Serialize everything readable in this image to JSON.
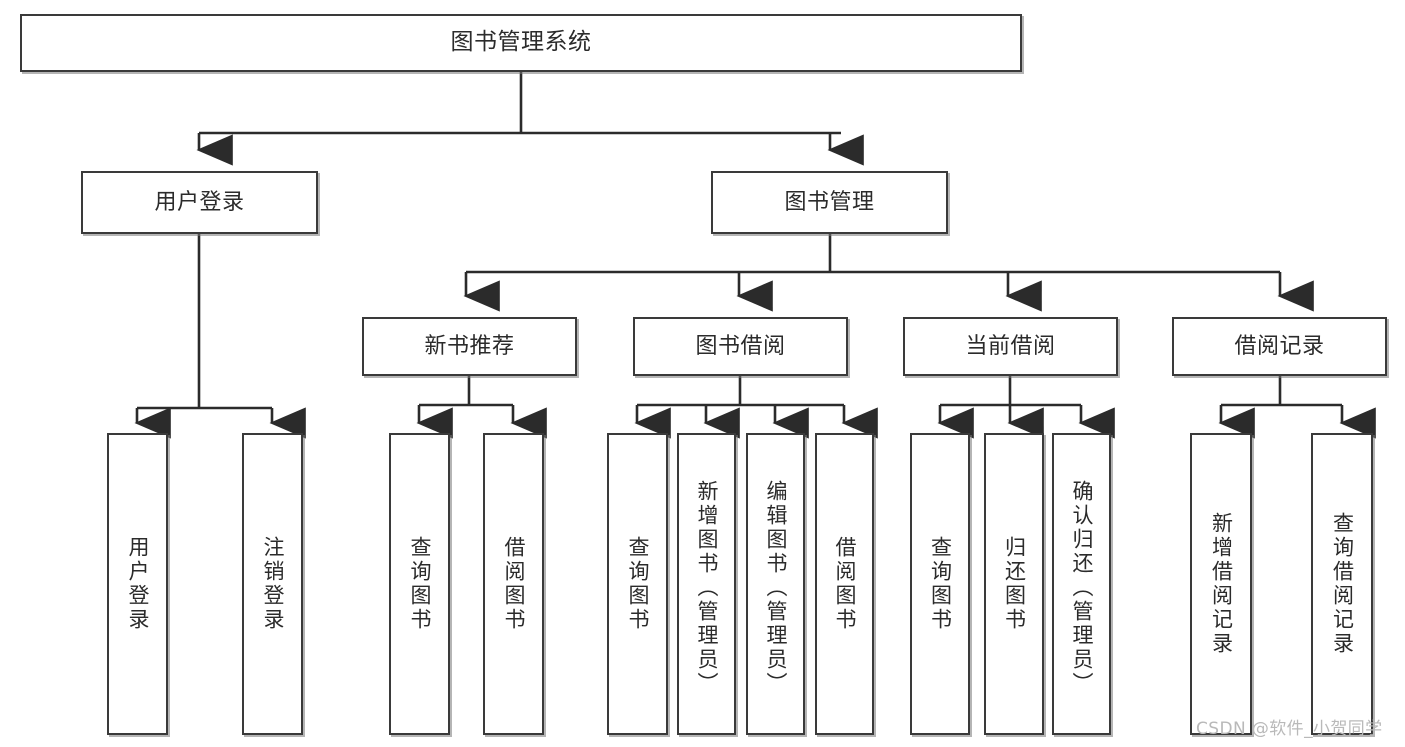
{
  "diagram": {
    "title": "图书管理系统",
    "type": "tree-hierarchy",
    "orientation": "top-down",
    "root": {
      "label": "图书管理系统"
    },
    "level2": [
      {
        "label": "用户登录"
      },
      {
        "label": "图书管理"
      }
    ],
    "level3": [
      {
        "label": "新书推荐"
      },
      {
        "label": "图书借阅"
      },
      {
        "label": "当前借阅"
      },
      {
        "label": "借阅记录"
      }
    ],
    "leaves": {
      "user_login": [
        {
          "label": "用户登录"
        },
        {
          "label": "注销登录"
        }
      ],
      "new_book_recommend": [
        {
          "label": "查询图书"
        },
        {
          "label": "借阅图书"
        }
      ],
      "book_borrow": [
        {
          "label": "查询图书"
        },
        {
          "label": "新增图书（管理员）"
        },
        {
          "label": "编辑图书（管理员）"
        },
        {
          "label": "借阅图书"
        }
      ],
      "current_borrow": [
        {
          "label": "查询图书"
        },
        {
          "label": "归还图书"
        },
        {
          "label": "确认归还（管理员）"
        }
      ],
      "borrow_record": [
        {
          "label": "新增借阅记录"
        },
        {
          "label": "查询借阅记录"
        }
      ]
    }
  },
  "watermark": {
    "text": "CSDN @软件_小贺同学"
  },
  "colors": {
    "box_border": "#3a3a3a",
    "box_fill": "#ffffff",
    "connector": "#2b2b2b",
    "text": "#2b2b2b",
    "watermark": "#b9b9b9",
    "background": "#ffffff"
  }
}
